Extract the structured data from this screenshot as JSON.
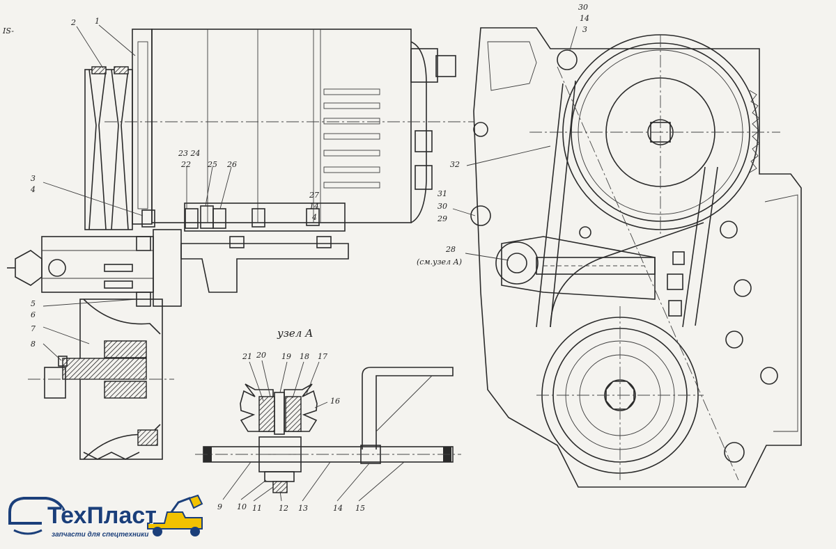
{
  "brand": {
    "name": "ТехПласт",
    "tagline": "запчасти для спецтехники",
    "colors": {
      "primary": "#1b3f7a",
      "accent": "#f2c200"
    }
  },
  "drawing": {
    "detail_title": "узел А",
    "page_mark": "IS-",
    "left_view": {
      "callouts": [
        "2",
        "1",
        "3",
        "4",
        "5",
        "6",
        "7",
        "8",
        "22",
        "23 24",
        "25",
        "26",
        "27",
        "14",
        "4"
      ]
    },
    "detail_view": {
      "callouts": [
        "21",
        "20",
        "19",
        "18",
        "17",
        "16",
        "9",
        "10",
        "11",
        "12",
        "13",
        "14",
        "15"
      ]
    },
    "right_view": {
      "callouts": [
        "30",
        "14",
        "3",
        "32",
        "31",
        "30",
        "29",
        "28",
        "(см.узел А)"
      ]
    }
  }
}
